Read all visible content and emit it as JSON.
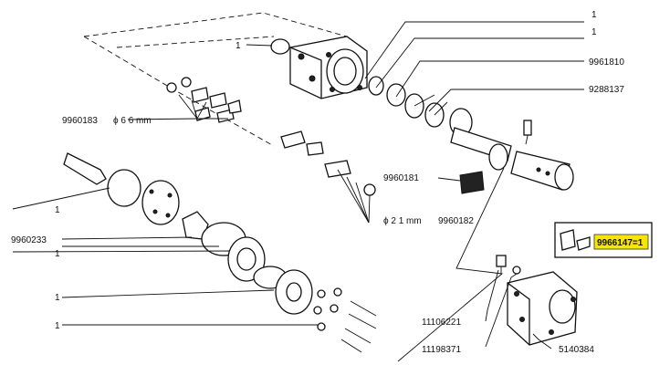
{
  "labels": {
    "top_qty_1": "1",
    "top_qty_2": "1",
    "seal_qty": "1",
    "part_9961810": "9961810",
    "part_9288137": "9288137",
    "ball_set": "9960183",
    "ball_set_size": "ϕ 6 6 mm",
    "part_9960181": "9960181",
    "small_ball_size": "ϕ 2 1 mm",
    "part_9960182": "9960182",
    "left_qty_1": "1",
    "part_9960233": "9960233",
    "left_qty_2": "1",
    "left_qty_3": "1",
    "left_qty_4": "1",
    "kit_label": "9966147=1",
    "part_11106221": "11106221",
    "part_11198371": "11198371",
    "part_5140384": "5140384"
  },
  "colors": {
    "highlight": "#f7e600",
    "ink": "#111111"
  }
}
